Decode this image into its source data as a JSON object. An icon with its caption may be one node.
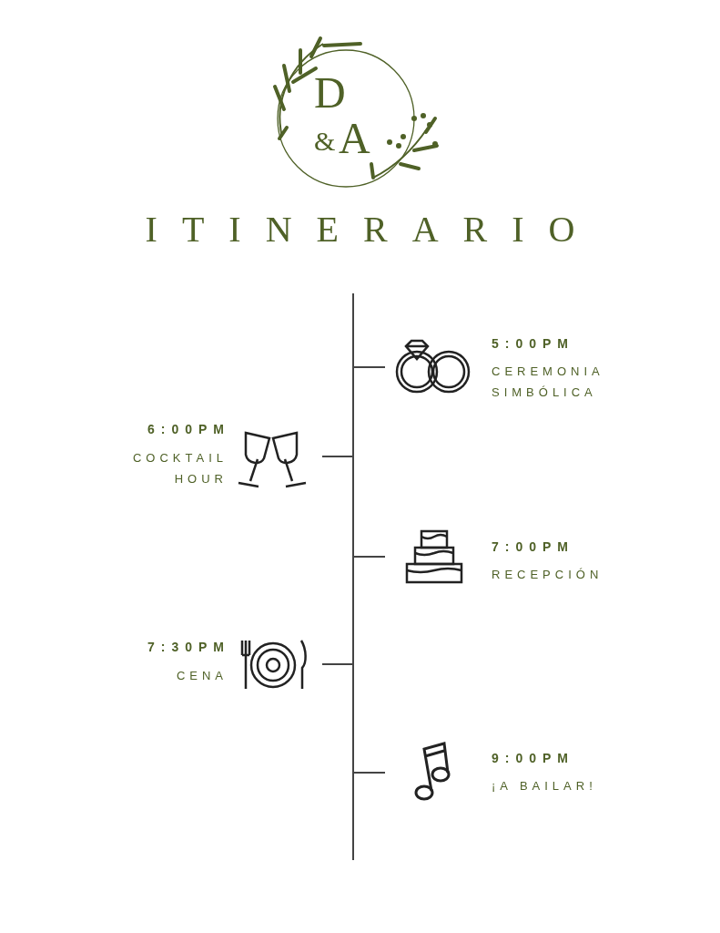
{
  "diagram": {
    "title": "ITINERARIO",
    "labels": [
      "D",
      "&",
      "A",
      "5:00PM",
      "CEREMONIA SIMBÓLICA",
      "6:00PM",
      "COCKTAIL HOUR",
      "7:00PM",
      "RECEPCIÓN",
      "7:30PM",
      "CENA",
      "9:00PM",
      "¡A BAILAR!"
    ]
  }
}
